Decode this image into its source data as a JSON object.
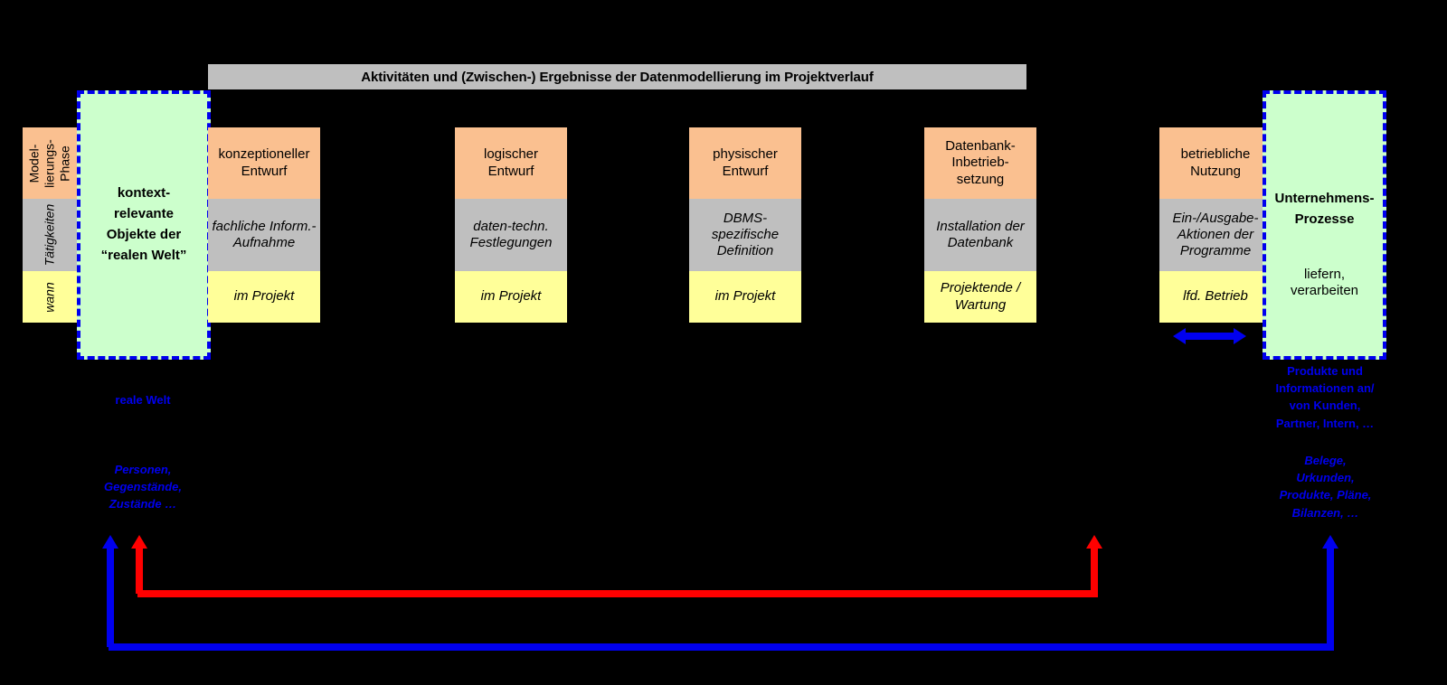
{
  "title_bar": {
    "text": "Aktivitäten und (Zwischen-) Ergebnisse der Datenmodellierung im Projektverlauf"
  },
  "legend": {
    "rows": [
      {
        "label": "Model-\nlierungs-\nPhase",
        "color": "#FAC090"
      },
      {
        "label": "Tätigkeiten",
        "color": "#BFBFBF"
      },
      {
        "label": "wann",
        "color": "#FFFF99"
      }
    ]
  },
  "left_world": {
    "title": "kontext-\nrelevante\nObjekte der\n“realen Welt”",
    "caption": "reale Welt",
    "examples": "Personen,\nGegenstände,\nZustände …"
  },
  "right_world": {
    "title": "Unternehmens-\nProzesse",
    "subtitle": "liefern,\nverarbeiten",
    "caption": "Produkte und\nInformationen an/\nvon Kunden,\nPartner, Intern, …",
    "examples": "Belege,\nUrkunden,\nProdukte, Pläne,\nBilanzen, …"
  },
  "phases": [
    {
      "name": "konzeptioneller-entwurf",
      "head": "konzeptioneller\nEntwurf",
      "activity": "fachliche Inform.-\nAufnahme",
      "when": "im Projekt"
    },
    {
      "name": "logischer-entwurf",
      "head": "logischer\nEntwurf",
      "activity": "daten-techn.\nFestlegungen",
      "when": "im Projekt"
    },
    {
      "name": "physischer-entwurf",
      "head": "physischer\nEntwurf",
      "activity": "DBMS-\nspezifische\nDefinition",
      "when": "im Projekt"
    },
    {
      "name": "datenbank-inbetriebsetzung",
      "head": "Datenbank-\nInbetrieb-\nsetzung",
      "activity": "Installation der\nDatenbank",
      "when": "Projektende /\nWartung"
    },
    {
      "name": "betriebliche-nutzung",
      "head": "betriebliche\nNutzung",
      "activity": "Ein-/Ausgabe-\nAktionen der\nProgramme",
      "when": "lfd. Betrieb"
    }
  ],
  "colors": {
    "phase_head": "#FAC090",
    "phase_activity": "#BFBFBF",
    "phase_when": "#FFFF99",
    "world_fill": "#CCFFCC",
    "accent_blue": "#0000EE",
    "accent_red": "#FF0000",
    "title_bar": "#BFBFBF",
    "background": "#000000"
  }
}
